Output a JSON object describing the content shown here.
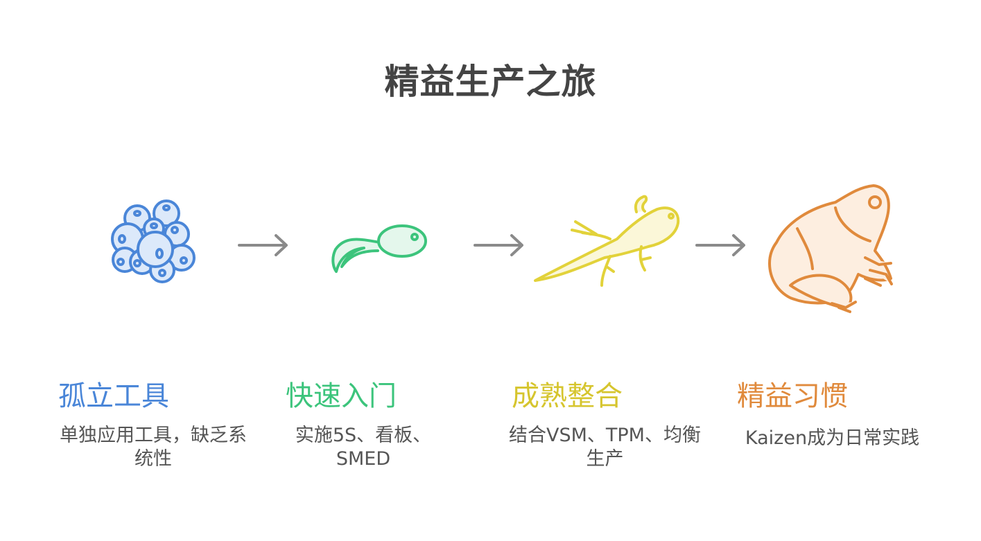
{
  "title": "精益生产之旅",
  "colors": {
    "blue": "#4a86d8",
    "green": "#3cc47c",
    "yellow": "#e2d23a",
    "orange": "#e08a3c",
    "arrow": "#8a8a8a"
  },
  "stages": [
    {
      "icon": "frog-eggs-icon",
      "title": "孤立工具",
      "desc": "单独应用工具，缺乏系统性"
    },
    {
      "icon": "tadpole-icon",
      "title": "快速入门",
      "desc": "实施5S、看板、SMED"
    },
    {
      "icon": "froglet-icon",
      "title": "成熟整合",
      "desc": "结合VSM、TPM、均衡生产"
    },
    {
      "icon": "frog-icon",
      "title": "精益习惯",
      "desc": "Kaizen成为日常实践"
    }
  ]
}
